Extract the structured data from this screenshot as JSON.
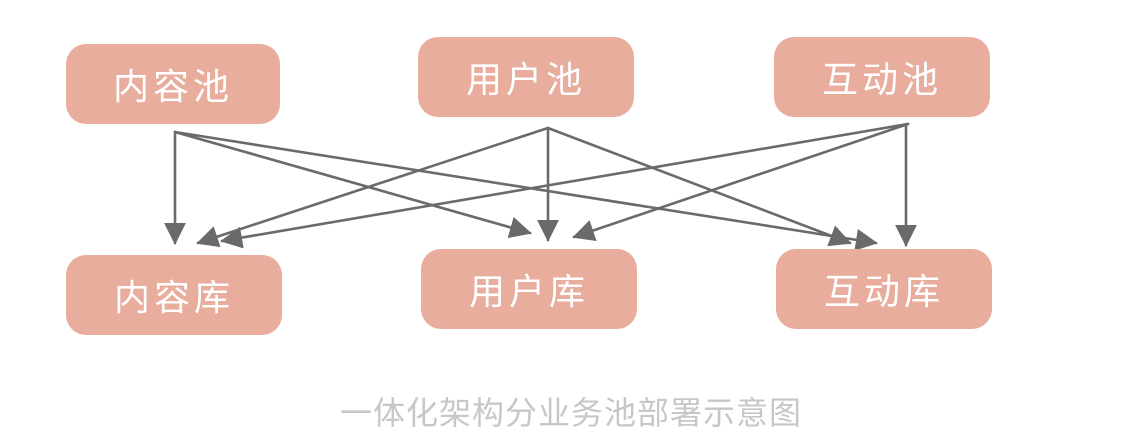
{
  "pools": {
    "content": "内容池",
    "user": "用户池",
    "interaction": "互动池"
  },
  "databases": {
    "content": "内容库",
    "user": "用户库",
    "interaction": "互动库"
  },
  "caption": "一体化架构分业务池部署示意图",
  "colors": {
    "box": "#e8ad9d",
    "box_text": "#ffffff",
    "arrow": "#6a6a6a",
    "caption": "#c7c7c7"
  }
}
